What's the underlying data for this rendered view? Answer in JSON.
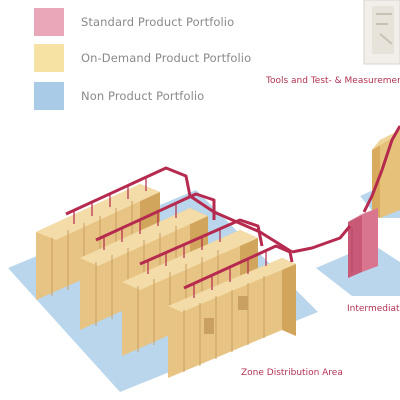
{
  "legend": {
    "items": [
      {
        "label": "Standard Product Portfolio",
        "color": "#e8a8b9"
      },
      {
        "label": "On-Demand Product Portfolio",
        "color": "#f6e2a3"
      },
      {
        "label": "Non Product Portfolio",
        "color": "#a9cbe8"
      }
    ]
  },
  "labels": {
    "tools": "Tools and Test- & Measurement",
    "intermediate": "Intermediate",
    "zone": "Zone Distribution Area"
  },
  "colors": {
    "cable": "#b52a4e",
    "cabinet": "#e8c98a",
    "floor": "#b9d6ec"
  }
}
